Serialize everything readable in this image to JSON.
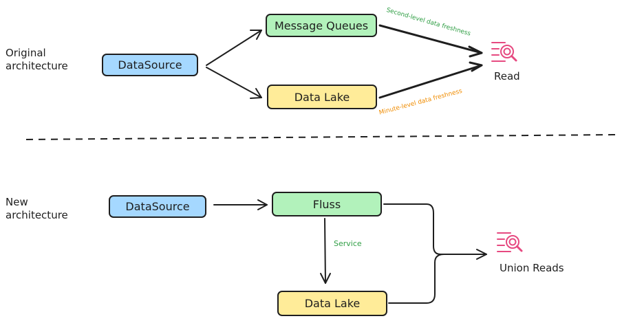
{
  "colors": {
    "stroke": "#1e1e1e",
    "datasource_fill": "#a5d8ff",
    "queue_fill": "#b2f2bb",
    "lake_fill": "#ffec99",
    "second_level_text": "#2f9e44",
    "minute_level_text": "#f08c00",
    "service_text": "#2f9e44",
    "read_icon": "#e64980"
  },
  "original": {
    "section_label": "Original\narchitecture",
    "datasource": "DataSource",
    "message_queues": "Message Queues",
    "data_lake": "Data Lake",
    "queue_annotation": "Second-level data freshness",
    "lake_annotation": "Minute-level data freshness",
    "reader": {
      "label": "Read",
      "icon": "search-list-icon"
    }
  },
  "new": {
    "section_label": "New\narchitecture",
    "datasource": "DataSource",
    "fluss": "Fluss",
    "data_lake": "Data Lake",
    "service_annotation": "Service",
    "reader": {
      "label": "Union Reads",
      "icon": "search-list-icon"
    }
  }
}
